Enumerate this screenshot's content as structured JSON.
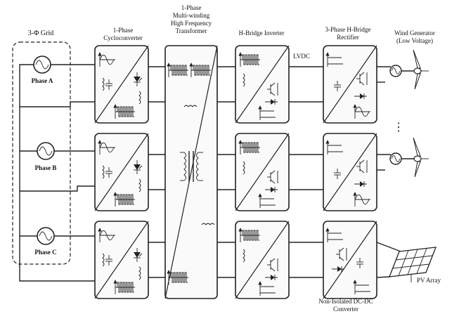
{
  "labels": {
    "grid": "3-Φ Grid",
    "phase_a": "Phase A",
    "phase_b": "Phase B",
    "phase_c": "Phase C",
    "cyclo_1": "1-Phase",
    "cyclo_2": "Cycloconverter",
    "xfmr_1": "1-Phase",
    "xfmr_2": "Multi-winding",
    "xfmr_3": "High Frequency",
    "xfmr_4": "Transformer",
    "hbridge": "H-Bridge Inverter",
    "lvdc": "LVDC",
    "rect_1": "3-Phase H-Bridge",
    "rect_2": "Rectifier",
    "wind_1": "Wind Generator",
    "wind_2": "(Low Voltage)",
    "ellipsis": "⋮",
    "pv": "PV Array",
    "dcdc_1": "Non-Isolated DC-DC",
    "dcdc_2": "Converter"
  },
  "icons": {
    "ac_source": "ac-source-icon",
    "capacitor": "capacitor-icon",
    "thyristor": "thyristor-icon",
    "inductor": "inductor-icon",
    "igbt": "igbt-icon",
    "diode": "diode-icon",
    "transformer": "transformer-icon",
    "wind_turbine": "wind-turbine-icon",
    "pv_panel": "pv-panel-icon"
  }
}
